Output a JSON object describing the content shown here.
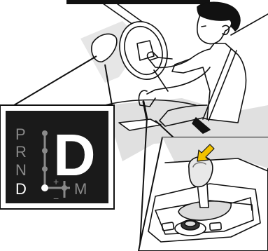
{
  "gear_panel": {
    "labels": [
      "P",
      "R",
      "N",
      "D"
    ],
    "current_gear": "D",
    "manual_label": "M",
    "plus_label": "+",
    "minus_label": "−",
    "selected_index": 3
  },
  "colors": {
    "panel_bg": "#1a1a1a",
    "label_grey": "#8a8a8a",
    "highlight": "#ffffff",
    "arrow": "#f2c200",
    "line": "#111111"
  },
  "icons": {
    "indicator_arrow": "yellow-arrow-icon"
  }
}
